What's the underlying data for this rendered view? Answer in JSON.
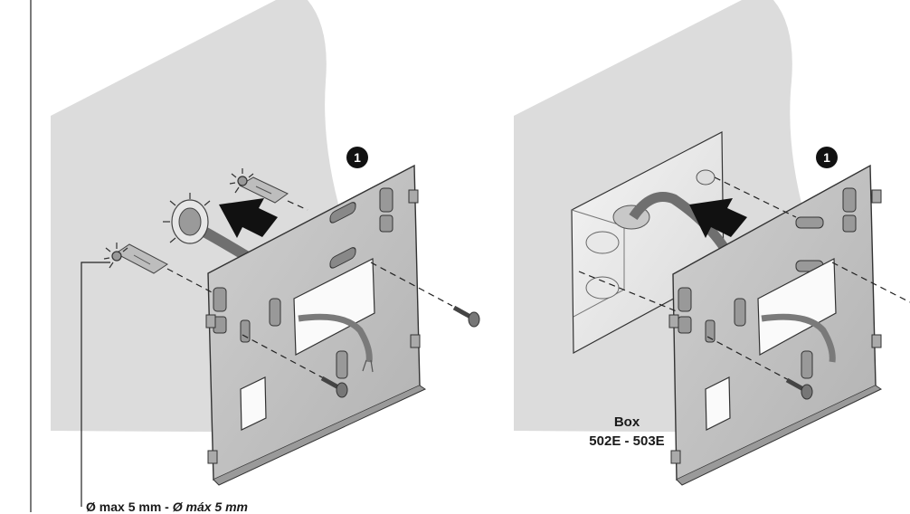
{
  "step_badges": [
    "1",
    "1"
  ],
  "box_label": {
    "line1": "Box",
    "line2": "502E - 503E"
  },
  "screw_diameter_label": {
    "primary": "Ø max 5 mm",
    "separator": " - ",
    "alternate": "Ø máx 5 mm"
  }
}
